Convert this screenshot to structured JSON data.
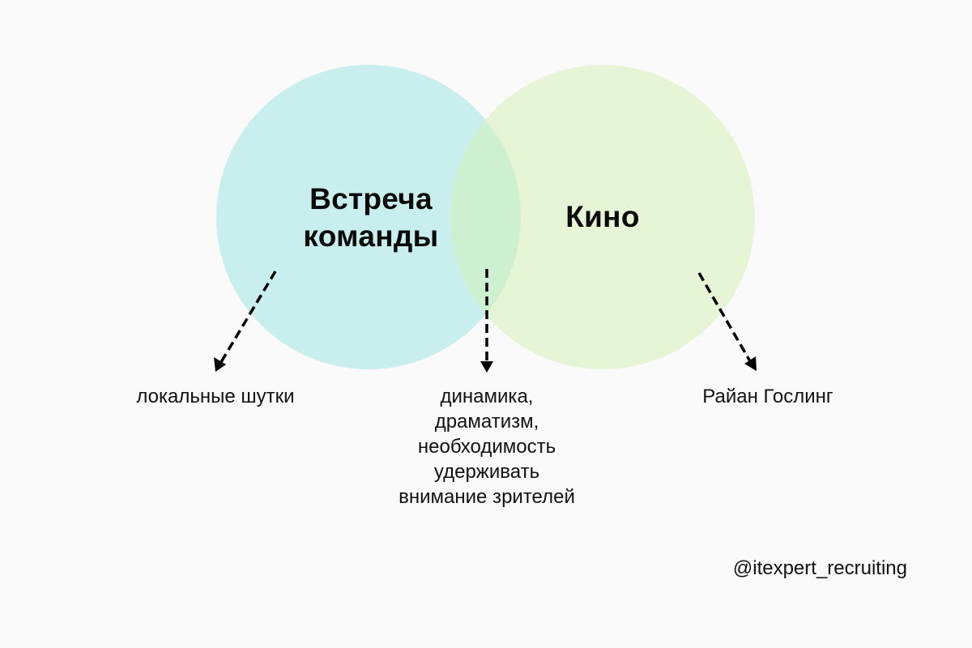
{
  "diagram": {
    "type": "venn",
    "background_color": "#fafafa",
    "sets": [
      {
        "name": "Встреча команды",
        "lines": [
          "Встреча",
          "команды"
        ],
        "color": "#c8eeee"
      },
      {
        "name": "Кино",
        "lines": [
          "Кино"
        ],
        "color": "#e5f5d6"
      }
    ],
    "overlap_color": "#cdf0d0",
    "annotations": {
      "left_only": {
        "text": "локальные шутки"
      },
      "intersection": {
        "lines": [
          "динамика,",
          "драматизм,",
          "необходимость",
          "удерживать",
          "внимание зрителей"
        ]
      },
      "right_only": {
        "text": "Райан Гослинг"
      }
    },
    "arrow_color": "#000000"
  },
  "watermark": "@itexpert_recruiting"
}
